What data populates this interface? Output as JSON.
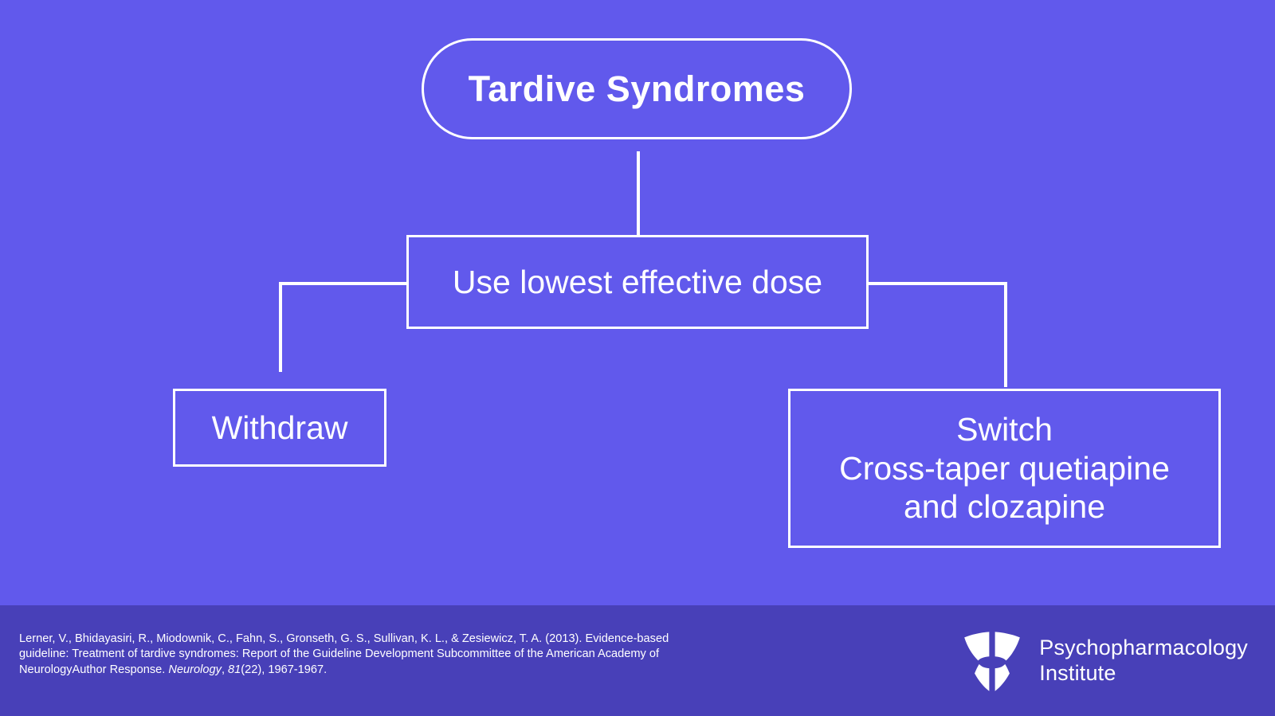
{
  "slide": {
    "background_color": "#6159ec",
    "footer_background_color": "#4840b8",
    "line_color": "#ffffff",
    "text_color": "#ffffff"
  },
  "diagram": {
    "type": "flowchart",
    "root": {
      "label": "Tardive Syndromes",
      "shape": "rounded-pill"
    },
    "middle": {
      "label": "Use lowest effective dose",
      "shape": "rectangle"
    },
    "branches": [
      {
        "label": "Withdraw",
        "shape": "rectangle"
      },
      {
        "label": "Switch\nCross-taper quetiapine\nand clozapine",
        "shape": "rectangle",
        "lines": [
          "Switch",
          "Cross-taper quetiapine",
          "and clozapine"
        ]
      }
    ]
  },
  "footer": {
    "citation": {
      "part1": "Lerner, V., Bhidayasiri, R., Miodownik, C., Fahn, S., Gronseth, G. S., Sullivan, K. L., & Zesiewicz, T. A. (2013). Evidence-based guideline: Treatment of tardive syndromes: Report of the Guideline Development Subcommittee of the American Academy of NeurologyAuthor Response. ",
      "journal": "Neurology",
      "part2": ", ",
      "volume": "81",
      "part3": "(22), 1967-1967."
    },
    "brand": {
      "logo_name": "shield-logo",
      "line1": "Psychopharmacology",
      "line2": "Institute"
    }
  }
}
